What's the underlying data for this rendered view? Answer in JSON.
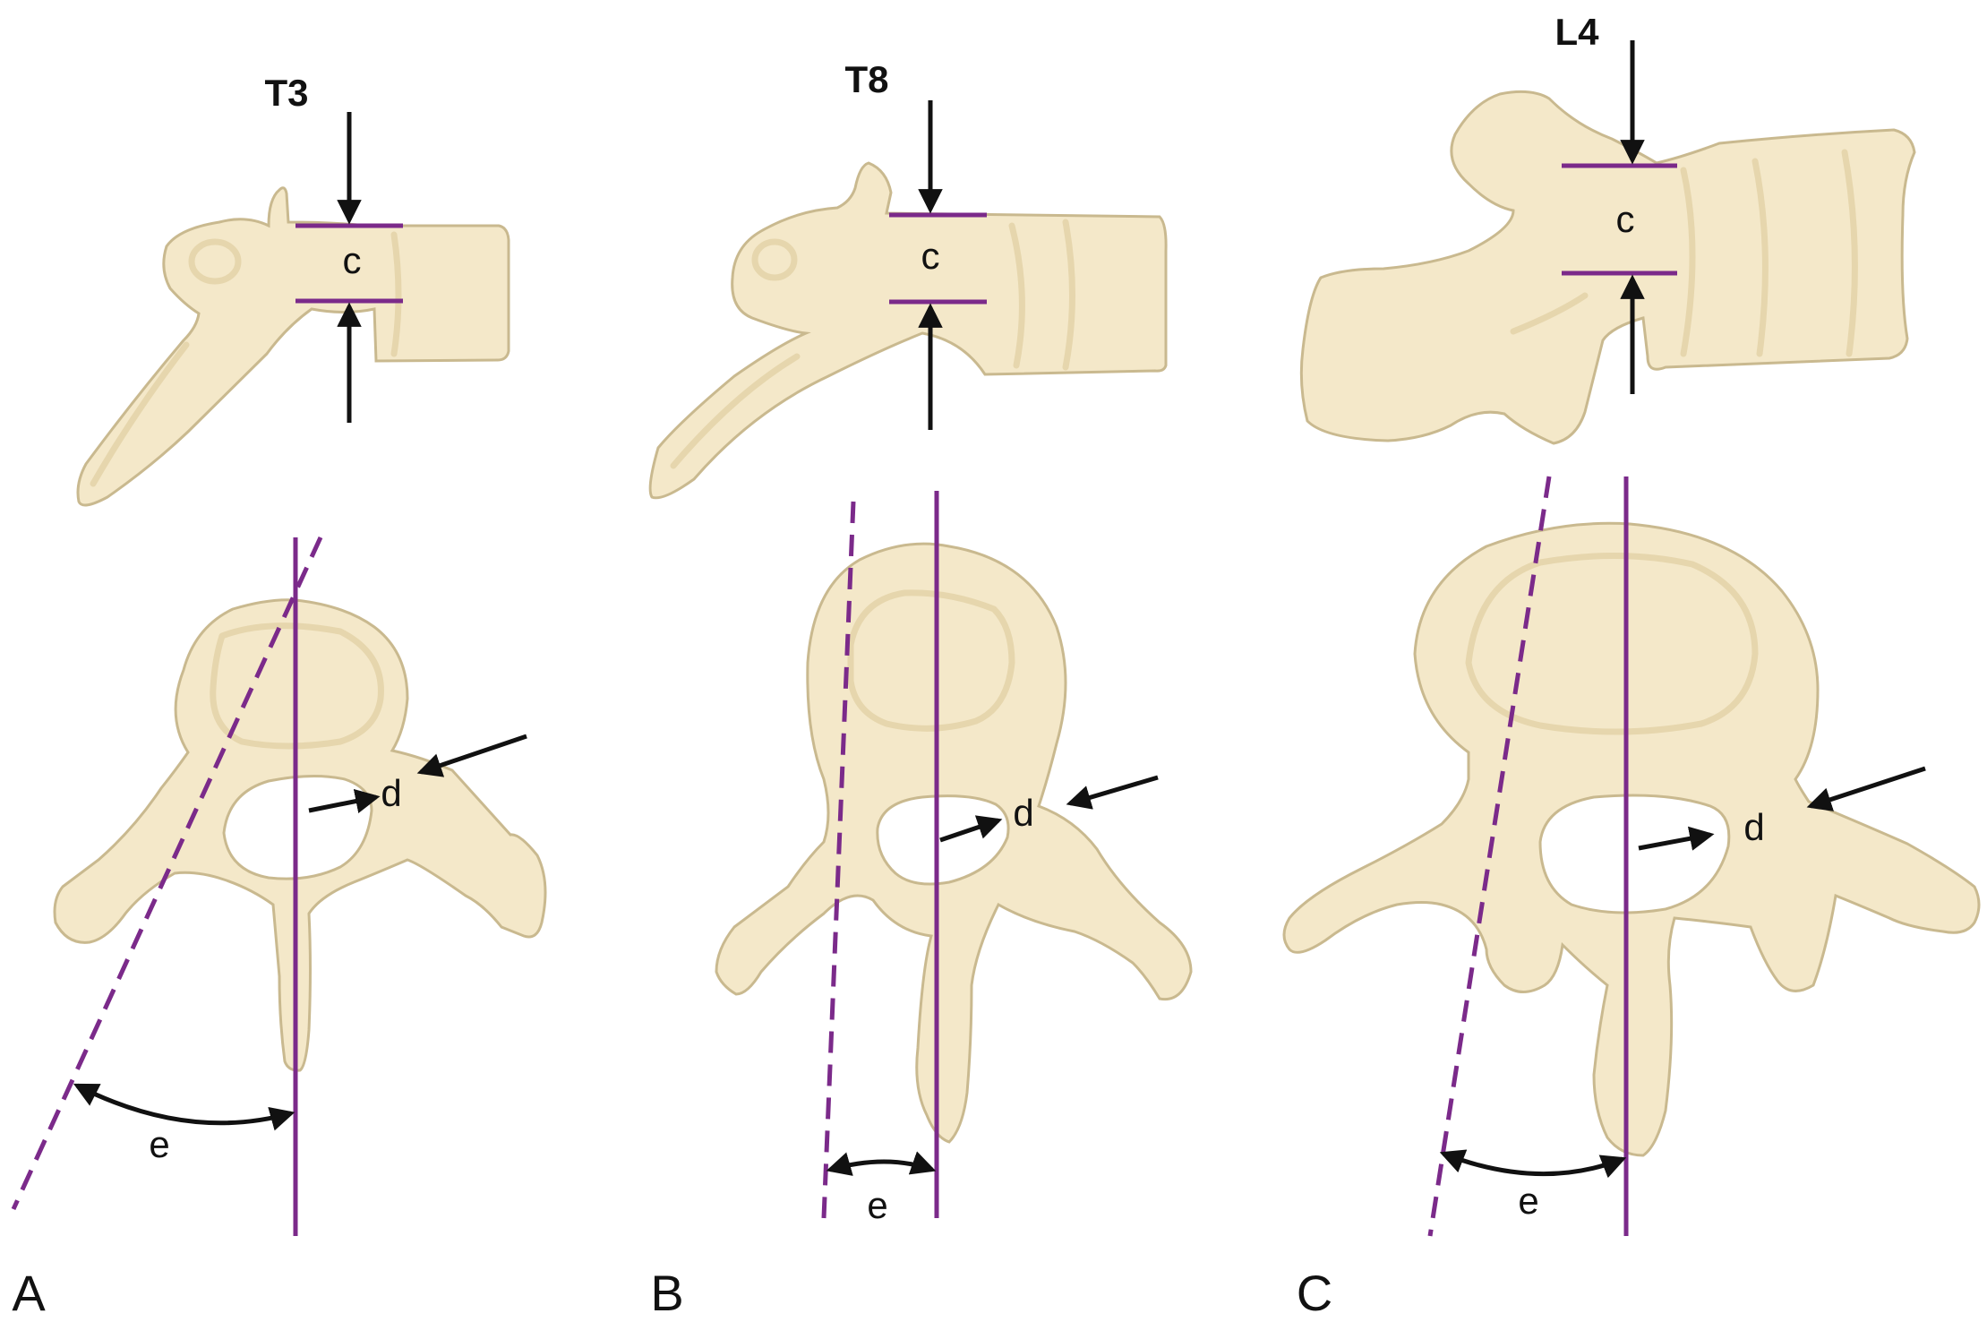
{
  "panels": [
    {
      "panel_label": "A",
      "vertebra": "T3",
      "height_label": "c",
      "width_label": "d",
      "angle_label": "e"
    },
    {
      "panel_label": "B",
      "vertebra": "T8",
      "height_label": "c",
      "width_label": "d",
      "angle_label": "e"
    },
    {
      "panel_label": "C",
      "vertebra": "L4",
      "height_label": "c",
      "width_label": "d",
      "angle_label": "e"
    }
  ],
  "colors": {
    "bone": "#f4e8c9",
    "bone_outline": "#c9b98f",
    "measure_line": "#7b2a8a",
    "arrow": "#111111"
  }
}
